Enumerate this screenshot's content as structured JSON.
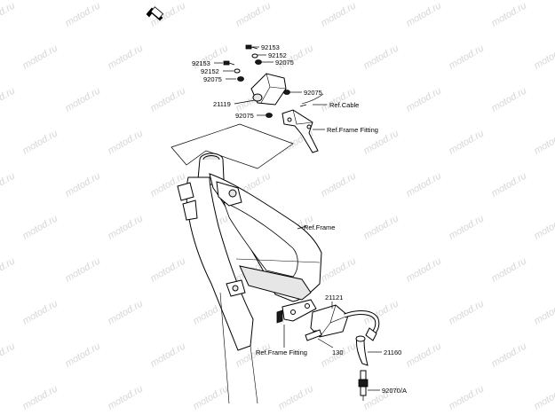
{
  "watermark": "motod.ru",
  "colors": {
    "line": "#000000",
    "background": "#ffffff",
    "watermark": "#d6d6d6"
  },
  "icons": {
    "front_arrow": "arrow-icon"
  },
  "labels": {
    "l92153_top": "92153",
    "l92152_top": "92152",
    "l92075_top": "92075",
    "l92153_left": "92153",
    "l92152_left": "92152",
    "l92075_left": "92075",
    "l92075_mid": "92075",
    "l21119": "21119",
    "ref_cable": "Ref.Cable",
    "l92075_low": "92075",
    "ref_frame_fitting_top": "Ref.Frame Fitting",
    "ref_frame": "Ref.Frame",
    "l21121": "21121",
    "ref_frame_fitting_bottom": "Ref.Frame Fitting",
    "l130": "130",
    "l21160": "21160",
    "l92070a": "92070/A"
  }
}
